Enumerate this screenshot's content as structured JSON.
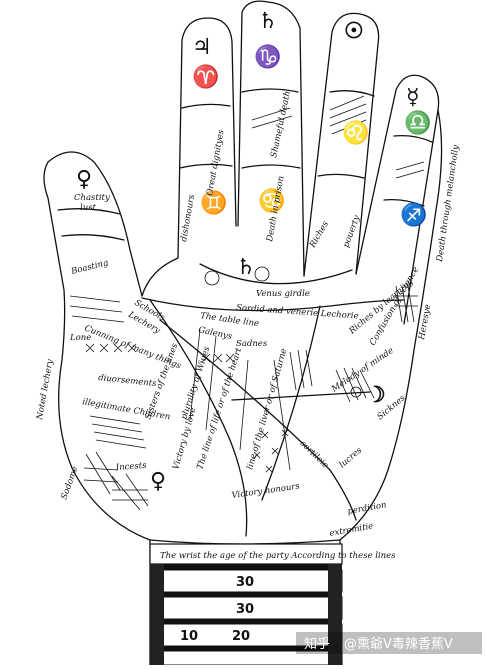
{
  "labels": {
    "chastity": "Chastity",
    "lust": "lust",
    "boasting": "Boasting",
    "dishonours": "dishonours",
    "oreat_dignityes": "Oreat dignityes",
    "shame_death": "Shameful death",
    "death_in_prison": "Death in prison",
    "riches": "Riches",
    "pouerty": "pouerty",
    "death_through_melancholly": "Death through melancholly",
    "venus_girdle": "Venus girdle",
    "sordid_lecherie": "Sordid and venerie Lechorie",
    "table_line": "The table line",
    "galenys": "Galenys",
    "sadnes": "Sadnes",
    "riches_by_learning": "Riches by learning",
    "confusion_of_science": "Confusion of science",
    "heresye": "Heresye",
    "schools": "Schools",
    "lechery": "Lechery",
    "cunning_of_many": "Cunning of many things",
    "lone": "Lone",
    "diuorsements": "diuorsements",
    "noted_lechery": "Noted lechery",
    "illegitimate_children": "illegitimate Children",
    "sodome": "Sodome",
    "incests": "Incests",
    "sisters": "Sisters of the lines",
    "plurality_of_wiues": "plurality of Wiues",
    "line_of_life": "The line of life or of the heart",
    "victory_by_loue": "Victory by love",
    "line_of_liver": "line of the liver or of Saturne",
    "melody_of_minde": "Melody of minde",
    "sickness": "Sicknes",
    "victory_honours": "Victory honours",
    "lucres": "lucres",
    "perdition": "perdition",
    "sortileie": "sortileie",
    "extremities": "extremitie",
    "wrist_line": "The wrist the age of the party According to these lines",
    "age_30a": "30",
    "age_30b": "30",
    "age_10": "10",
    "age_20": "20",
    "watermark_a": "知乎",
    "watermark_b": "@熏爺V毒辣香蕉V"
  }
}
